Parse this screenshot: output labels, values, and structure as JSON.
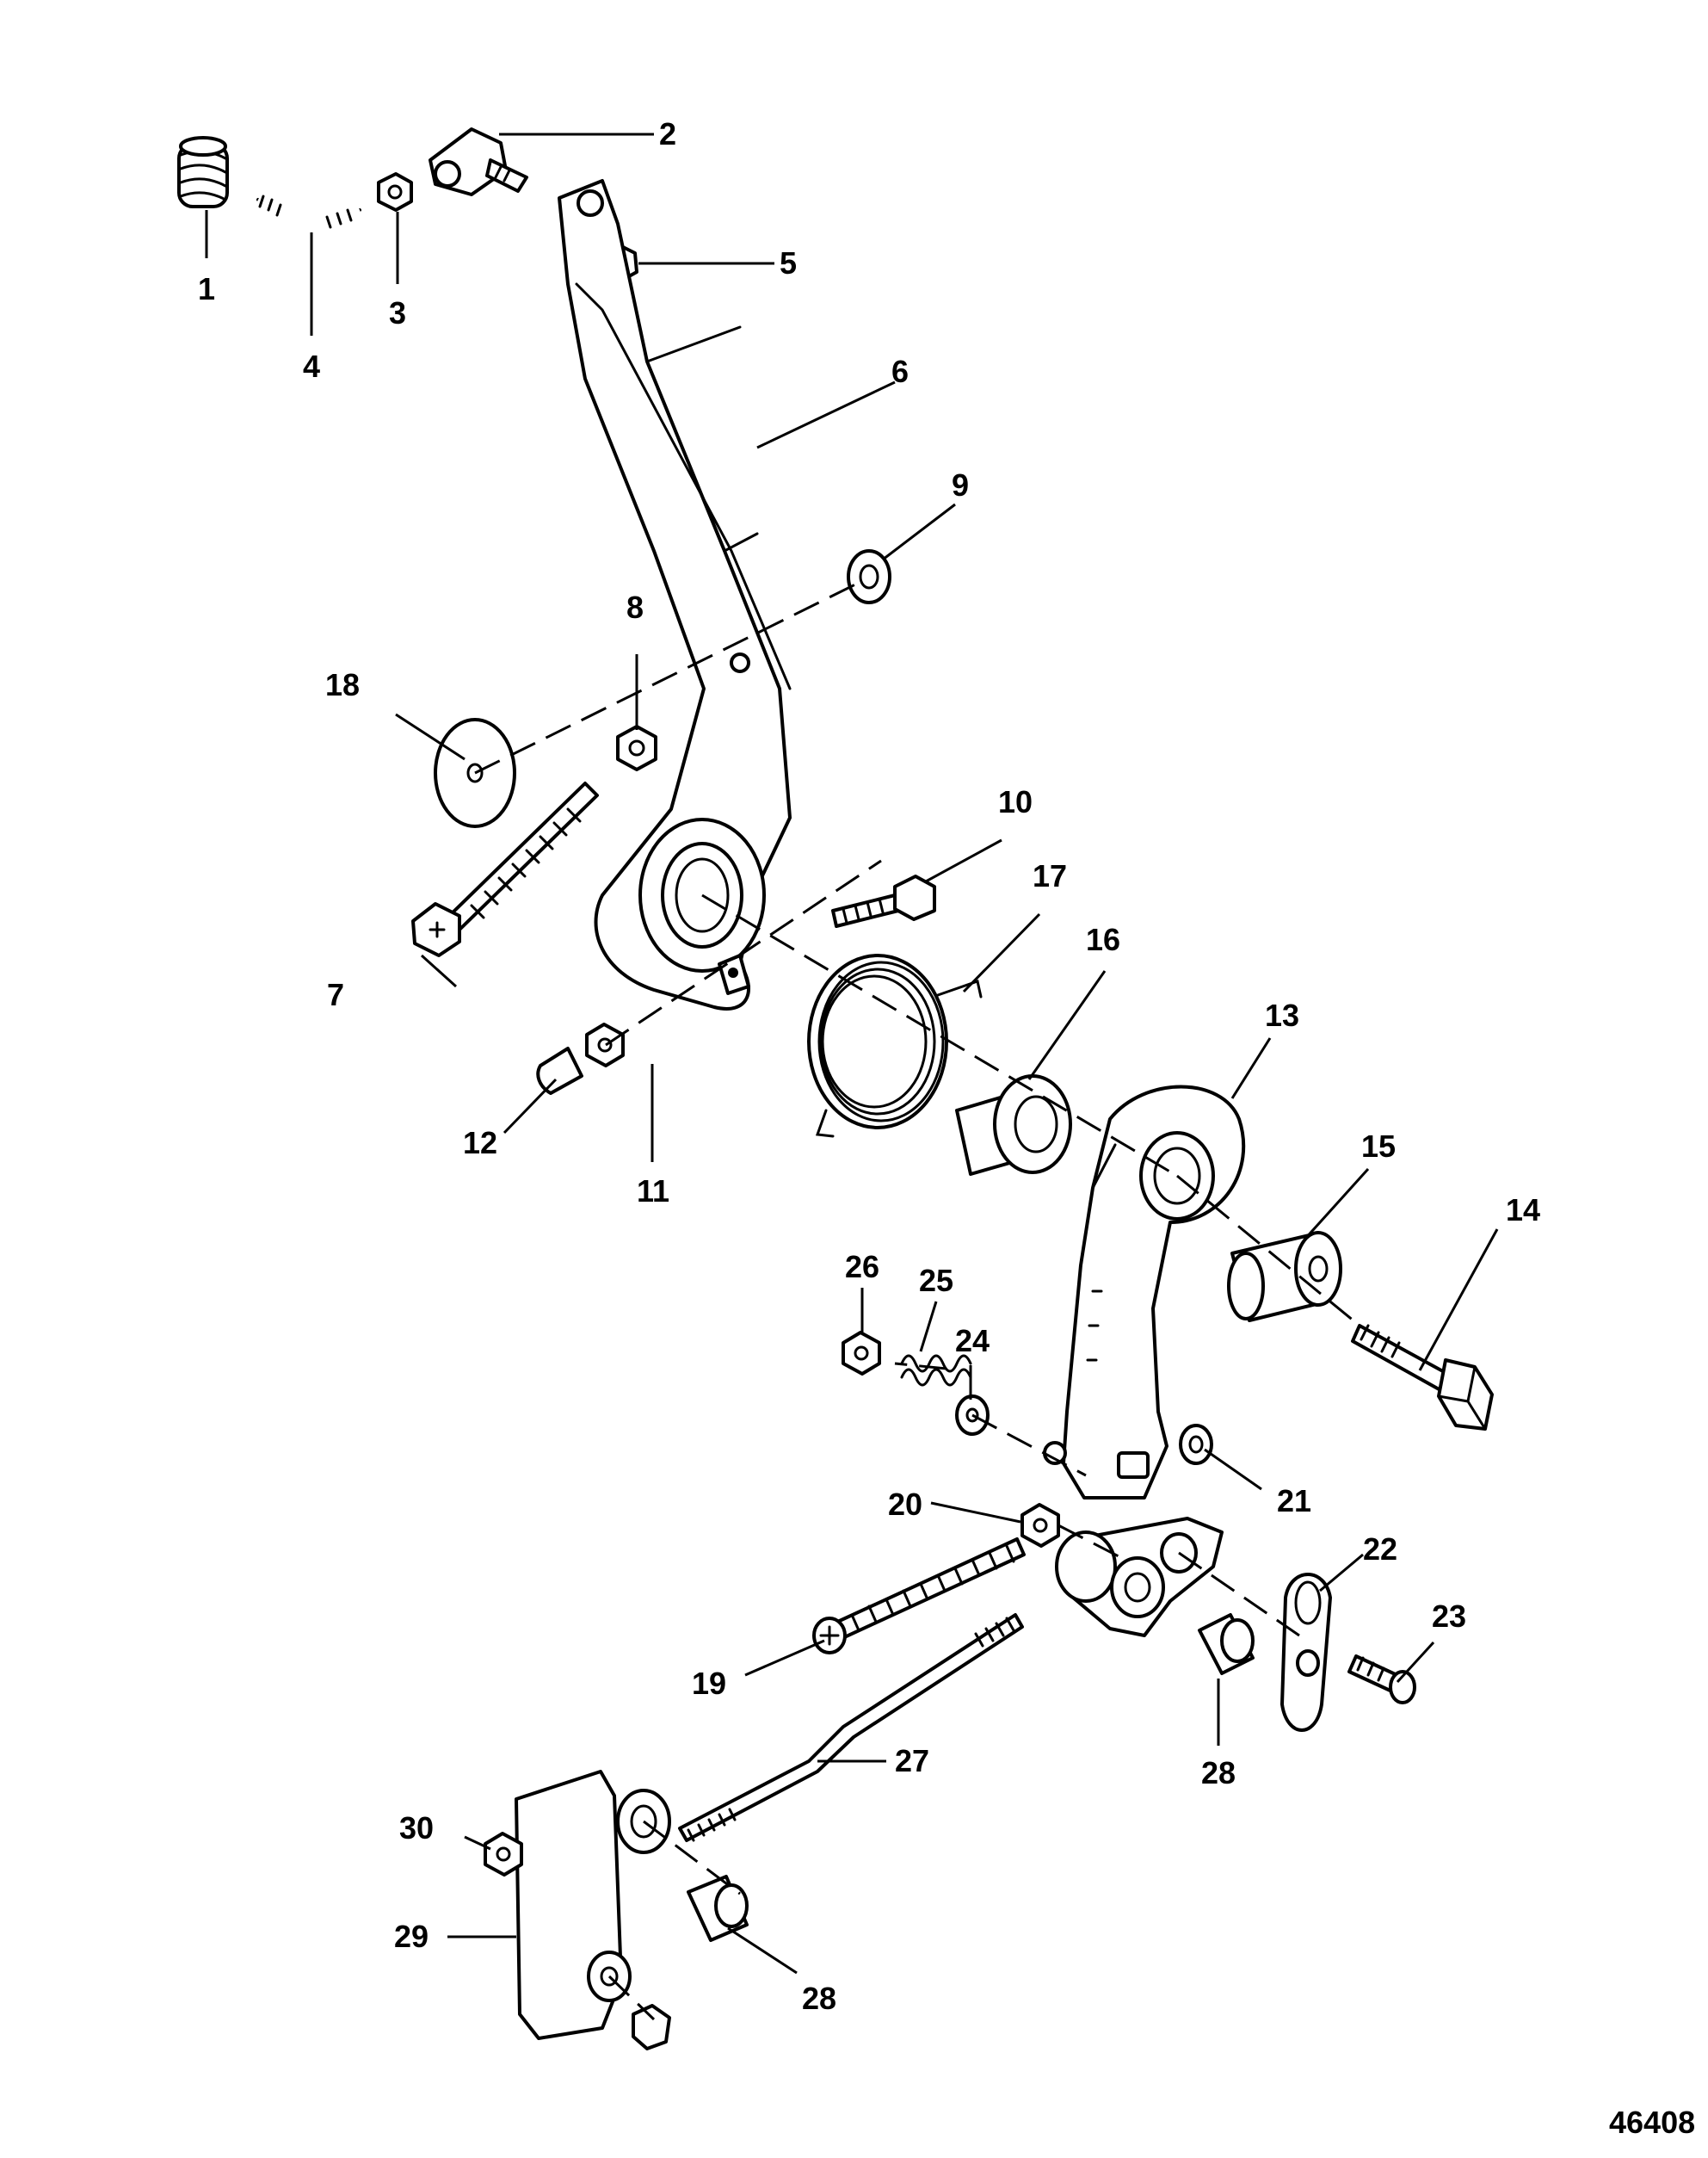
{
  "callouts": [
    {
      "id": "1",
      "label": "1"
    },
    {
      "id": "2",
      "label": "2"
    },
    {
      "id": "3",
      "label": "3"
    },
    {
      "id": "4",
      "label": "4"
    },
    {
      "id": "5",
      "label": "5"
    },
    {
      "id": "6",
      "label": "6"
    },
    {
      "id": "7",
      "label": "7"
    },
    {
      "id": "8",
      "label": "8"
    },
    {
      "id": "9",
      "label": "9"
    },
    {
      "id": "10",
      "label": "10"
    },
    {
      "id": "11",
      "label": "11"
    },
    {
      "id": "12",
      "label": "12"
    },
    {
      "id": "13",
      "label": "13"
    },
    {
      "id": "14",
      "label": "14"
    },
    {
      "id": "15",
      "label": "15"
    },
    {
      "id": "16",
      "label": "16"
    },
    {
      "id": "17",
      "label": "17"
    },
    {
      "id": "18",
      "label": "18"
    },
    {
      "id": "19",
      "label": "19"
    },
    {
      "id": "20",
      "label": "20"
    },
    {
      "id": "21",
      "label": "21"
    },
    {
      "id": "22",
      "label": "22"
    },
    {
      "id": "23",
      "label": "23"
    },
    {
      "id": "24",
      "label": "24"
    },
    {
      "id": "25",
      "label": "25"
    },
    {
      "id": "26",
      "label": "26"
    },
    {
      "id": "27",
      "label": "27"
    },
    {
      "id": "28a",
      "label": "28"
    },
    {
      "id": "28b",
      "label": "28"
    },
    {
      "id": "29",
      "label": "29"
    },
    {
      "id": "30",
      "label": "30"
    }
  ],
  "figure_number": "46408"
}
